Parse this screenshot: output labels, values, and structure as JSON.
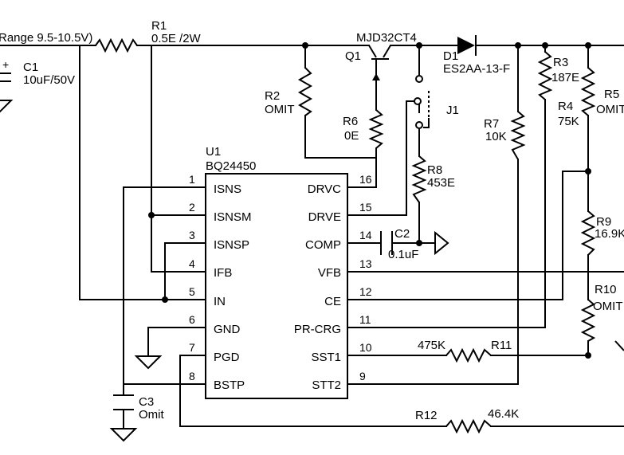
{
  "input": {
    "label": "Range 9.5-10.5V)"
  },
  "r1": {
    "ref": "R1",
    "value": "0.5E /2W"
  },
  "q1": {
    "ref": "Q1",
    "part": "MJD32CT4"
  },
  "d1": {
    "ref": "D1",
    "part": "ES2AA-13-F"
  },
  "c1": {
    "ref": "C1",
    "value": "10uF/50V",
    "polarity": "+"
  },
  "r2": {
    "ref": "R2",
    "value": "OMIT"
  },
  "r6": {
    "ref": "R6",
    "value": "0E"
  },
  "j1": {
    "ref": "J1"
  },
  "r3": {
    "ref": "R3",
    "value": "187E"
  },
  "r4": {
    "ref": "R4",
    "value": "75K"
  },
  "r5": {
    "ref": "R5",
    "value": "OMIT"
  },
  "r7": {
    "ref": "R7",
    "value": "10K"
  },
  "r8": {
    "ref": "R8",
    "value": "453E"
  },
  "c2": {
    "ref": "C2",
    "value": "0.1uF"
  },
  "r9": {
    "ref": "R9",
    "value": "16.9K"
  },
  "r10": {
    "ref": "R10",
    "value": "OMIT"
  },
  "r11": {
    "ref": "R11",
    "value": "475K"
  },
  "r12": {
    "ref": "R12",
    "value": "46.4K"
  },
  "c3": {
    "ref": "C3",
    "value": "Omit"
  },
  "u1": {
    "ref": "U1",
    "part": "BQ24450",
    "pins_left": [
      {
        "num": "1",
        "name": "ISNS"
      },
      {
        "num": "2",
        "name": "ISNSM"
      },
      {
        "num": "3",
        "name": "ISNSP"
      },
      {
        "num": "4",
        "name": "IFB"
      },
      {
        "num": "5",
        "name": "IN"
      },
      {
        "num": "6",
        "name": "GND"
      },
      {
        "num": "7",
        "name": "PGD"
      },
      {
        "num": "8",
        "name": "BSTP"
      }
    ],
    "pins_right": [
      {
        "num": "16",
        "name": "DRVC"
      },
      {
        "num": "15",
        "name": "DRVE"
      },
      {
        "num": "14",
        "name": "COMP"
      },
      {
        "num": "13",
        "name": "VFB"
      },
      {
        "num": "12",
        "name": "CE"
      },
      {
        "num": "11",
        "name": "PR-CRG"
      },
      {
        "num": "10",
        "name": "SST1"
      },
      {
        "num": "9",
        "name": "STT2"
      }
    ]
  }
}
